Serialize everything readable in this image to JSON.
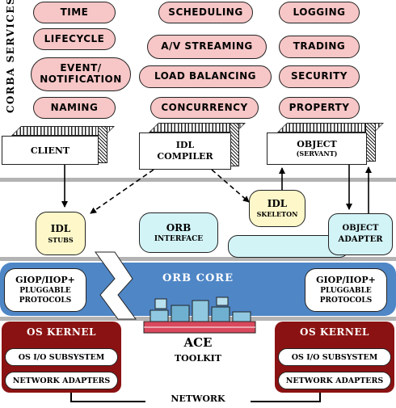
{
  "corba_services": {
    "side_label": "CORBA SERVICES",
    "items": [
      "TIME",
      "LIFECYCLE",
      "EVENT/\nNOTIFICATION",
      "NAMING",
      "SCHEDULING",
      "A/V STREAMING",
      "LOAD BALANCING",
      "CONCURRENCY",
      "LOGGING",
      "TRADING",
      "SECURITY",
      "PROPERTY"
    ]
  },
  "components": {
    "client": "CLIENT",
    "idl_compiler_line1": "IDL",
    "idl_compiler_line2": "COMPILER",
    "object_line1": "OBJECT",
    "object_line2": "(SERVANT)",
    "idl_stubs_line1": "IDL",
    "idl_stubs_line2": "STUBS",
    "orb_interface_line1": "ORB",
    "orb_interface_line2": "INTERFACE",
    "idl_skeleton_line1": "IDL",
    "idl_skeleton_line2": "SKELETON",
    "object_adapter_line1": "OBJECT",
    "object_adapter_line2": "ADAPTER"
  },
  "orb_core": {
    "title": "ORB CORE",
    "left_protocols_line1": "GIOP/IIOP+",
    "left_protocols_line2": "PLUGGABLE",
    "left_protocols_line3": "PROTOCOLS",
    "right_protocols_line1": "GIOP/IIOP+",
    "right_protocols_line2": "PLUGGABLE",
    "right_protocols_line3": "PROTOCOLS"
  },
  "ace": {
    "title": "ACE",
    "subtitle": "TOOLKIT"
  },
  "os_kernel_left": {
    "title": "OS KERNEL",
    "io": "OS I/O SUBSYSTEM",
    "net": "NETWORK ADAPTERS"
  },
  "os_kernel_right": {
    "title": "OS KERNEL",
    "io": "OS I/O SUBSYSTEM",
    "net": "NETWORK ADAPTERS"
  },
  "network": "NETWORK",
  "colors": {
    "service_pill": "#f7c6c6",
    "stubs_fill": "#fdf7c9",
    "interface_fill": "#d3f4f7",
    "orb_core_band": "#4f86c6",
    "kernel_fill": "#8b1212",
    "grey_bar": "#b3b3b3"
  }
}
